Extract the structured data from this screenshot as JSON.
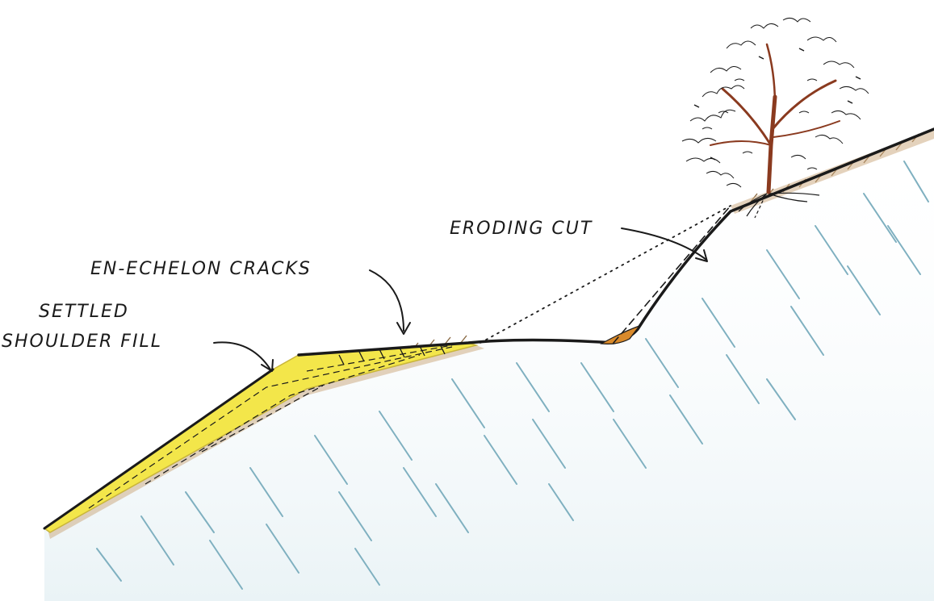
{
  "labels": {
    "eroding_cut": "ERODING CUT",
    "en_echelon_cracks": "EN-ECHELON CRACKS",
    "settled_line1": "SETTLED",
    "settled_line2": "SHOULDER FILL"
  },
  "colors": {
    "background": "#ffffff",
    "ink": "#1a1a1a",
    "fill_yellow": "#f3e64a",
    "fill_outline": "#c9b53a",
    "soil_brown": "#b48a5a",
    "rock_blue": "#b9d6de",
    "bark": "#8a3a1f",
    "ravel_orange": "#d98a2b"
  },
  "icons": {
    "tree": "tree-icon"
  }
}
